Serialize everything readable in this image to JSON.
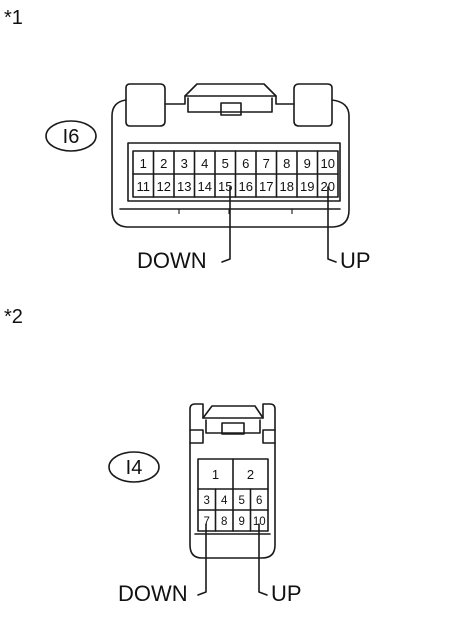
{
  "connectors": [
    {
      "marker": "*1",
      "code": "I6",
      "pins_top": [
        "1",
        "2",
        "3",
        "4",
        "5",
        "6",
        "7",
        "8",
        "9",
        "10"
      ],
      "pins_bottom": [
        "11",
        "12",
        "13",
        "14",
        "15",
        "16",
        "17",
        "18",
        "19",
        "20"
      ],
      "terminals": {
        "down": {
          "label": "DOWN",
          "pin": "15"
        },
        "up": {
          "label": "UP",
          "pin": "20"
        }
      }
    },
    {
      "marker": "*2",
      "code": "I4",
      "pins_large": [
        "1",
        "2"
      ],
      "pins_row2": [
        "3",
        "4",
        "5",
        "6"
      ],
      "pins_row3": [
        "7",
        "8",
        "9",
        "10"
      ],
      "terminals": {
        "down": {
          "label": "DOWN",
          "pin": "7"
        },
        "up": {
          "label": "UP",
          "pin": "10"
        }
      }
    }
  ]
}
